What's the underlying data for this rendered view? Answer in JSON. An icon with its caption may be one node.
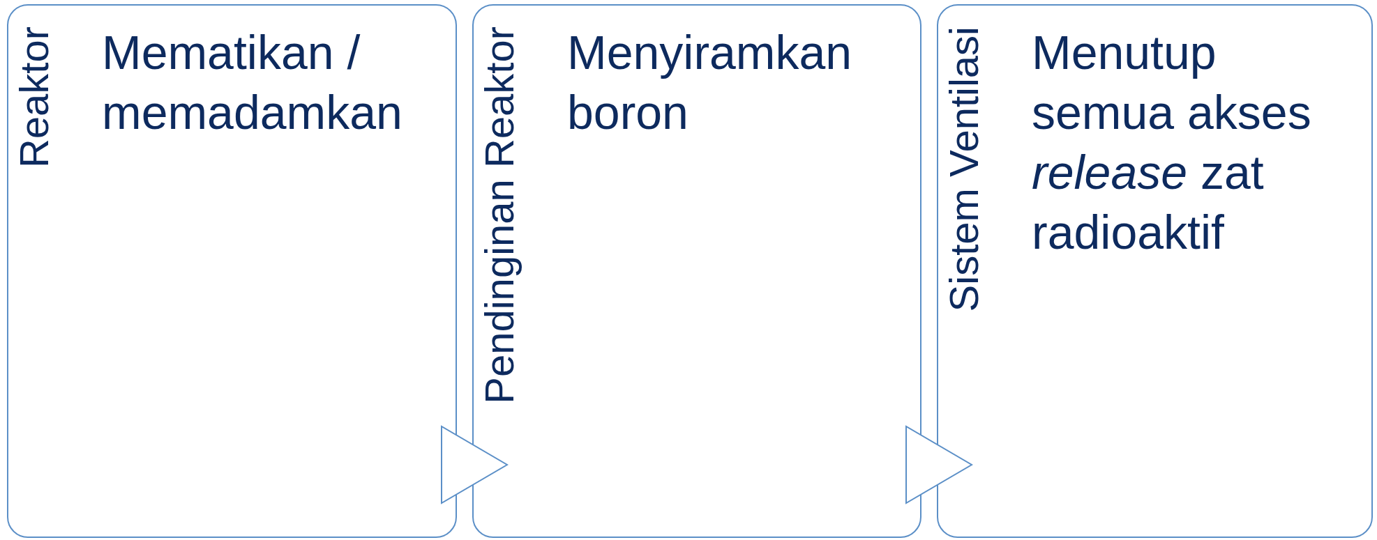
{
  "diagram": {
    "nodes": [
      {
        "text": [
          "Reaktor",
          "Mematikan / memadamkan"
        ]
      },
      {
        "text": [
          "Pendinginan Reaktor",
          "Menyiramkan boron"
        ]
      },
      {
        "text": [
          "Sistem Ventilasi",
          "Menutup semua akses *release* zat radioaktif"
        ]
      }
    ],
    "edges": [
      {
        "from": 0,
        "to": 1,
        "arrow": "to"
      },
      {
        "from": 1,
        "to": 2,
        "arrow": "to"
      }
    ]
  }
}
